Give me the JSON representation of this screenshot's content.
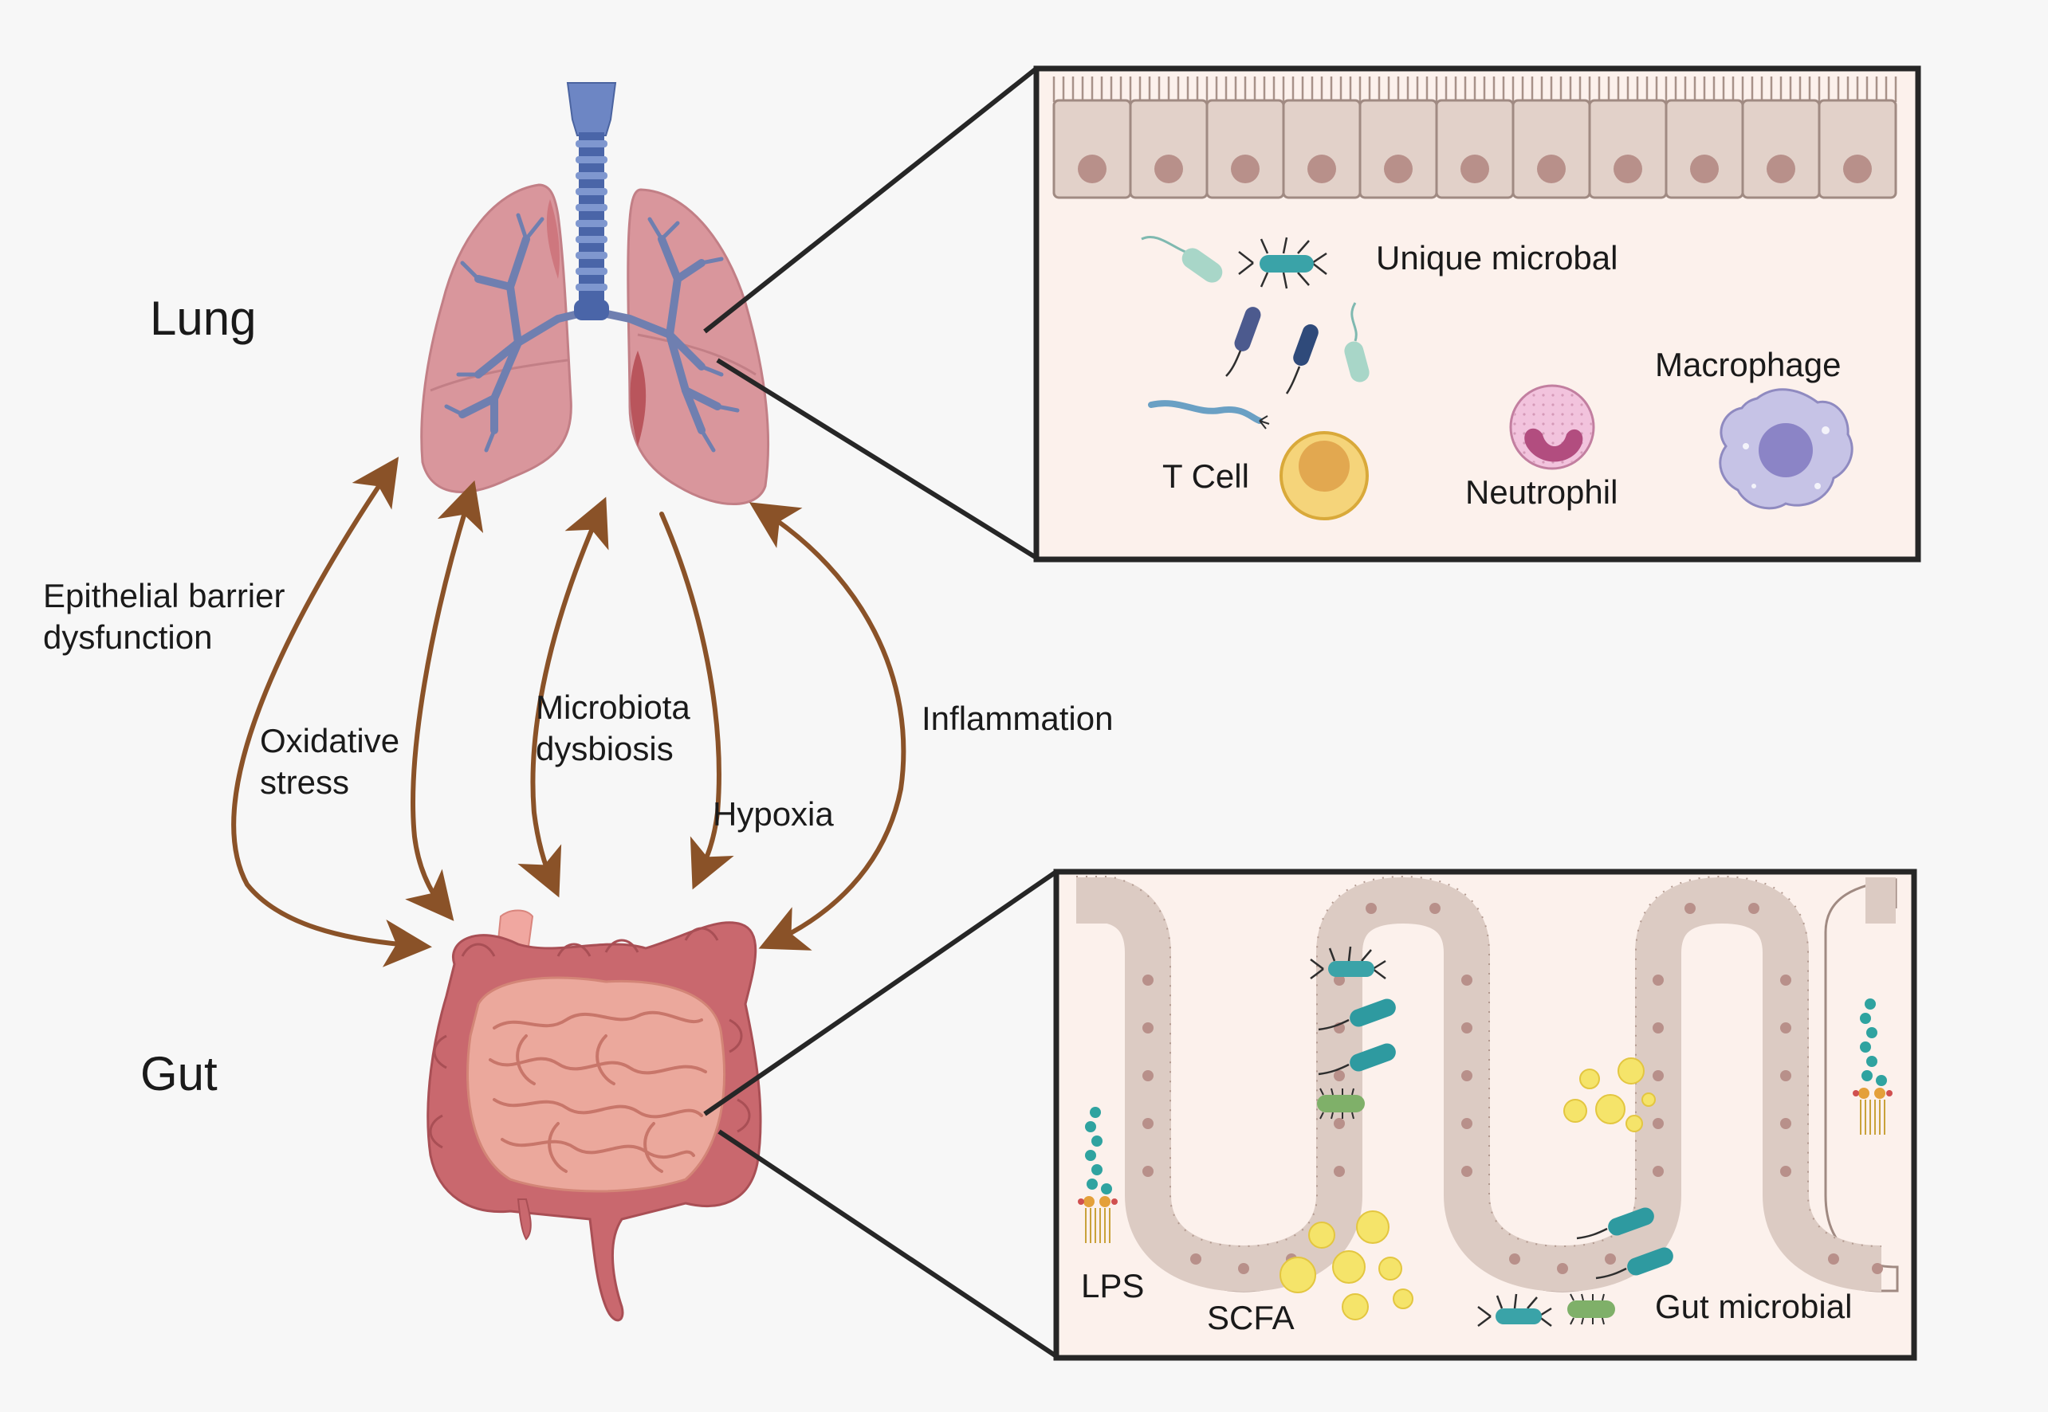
{
  "organs": {
    "lung": "Lung",
    "gut": "Gut"
  },
  "pathways": {
    "epithelial_line1": "Epithelial barrier",
    "epithelial_line2": "dysfunction",
    "oxidative_line1": "Oxidative",
    "oxidative_line2": "stress",
    "microbiota_line1": "Microbiota",
    "microbiota_line2": "dysbiosis",
    "hypoxia": "Hypoxia",
    "inflammation": "Inflammation"
  },
  "lung_inset": {
    "unique_microbal": "Unique microbal",
    "t_cell": "T Cell",
    "neutrophil": "Neutrophil",
    "macrophage": "Macrophage"
  },
  "gut_inset": {
    "lps": "LPS",
    "scfa": "SCFA",
    "gut_microbial": "Gut microbial"
  },
  "colors": {
    "arrow": "#8a5228",
    "lung_tissue": "#d9969c",
    "airway": "#5b76b3",
    "gut_large": "#c9686e",
    "gut_small": "#eba89c",
    "tissue": "#dccbc3",
    "inset_bg": "#fcf1ec",
    "box_border": "#262626"
  }
}
